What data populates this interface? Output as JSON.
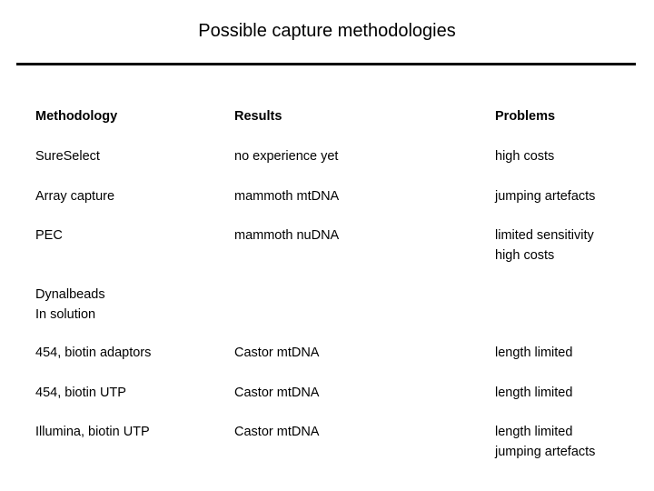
{
  "slide": {
    "title": "Possible capture methodologies",
    "background_color": "#ffffff",
    "text_color": "#000000",
    "rule_color": "#000000"
  },
  "table": {
    "columns": [
      "Methodology",
      "Results",
      "Problems"
    ],
    "rows": [
      {
        "methodology": "SureSelect",
        "results": "no experience yet",
        "problems": "high costs"
      },
      {
        "methodology": "Array capture",
        "results": "mammoth mtDNA",
        "problems": "jumping artefacts"
      },
      {
        "methodology": "PEC",
        "results": "mammoth nuDNA",
        "problems": "limited sensitivity\nhigh costs"
      },
      {
        "methodology": "Dynalbeads\nIn solution",
        "results": "",
        "problems": ""
      },
      {
        "methodology": "454, biotin adaptors",
        "results": "Castor mtDNA",
        "problems": "length limited"
      },
      {
        "methodology": "454, biotin UTP",
        "results": "Castor mtDNA",
        "problems": "length limited"
      },
      {
        "methodology": "Illumina, biotin UTP",
        "results": "Castor mtDNA",
        "problems": "length limited\njumping artefacts"
      }
    ]
  }
}
